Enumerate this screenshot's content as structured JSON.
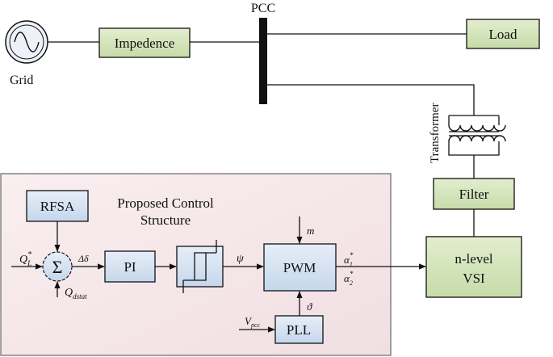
{
  "grid": {
    "label": "Grid"
  },
  "impedance": {
    "label": "Impedence"
  },
  "pcc": {
    "label": "PCC"
  },
  "load": {
    "label": "Load"
  },
  "transformer": {
    "label": "Transformer"
  },
  "filter": {
    "label": "Filter"
  },
  "vsi": {
    "line1": "n-level",
    "line2": "VSI"
  },
  "control": {
    "title_line1": "Proposed Control",
    "title_line2": "Structure",
    "rfsa": "RFSA",
    "sum_symbol": "Σ",
    "ql_main": "Q",
    "ql_sub": "L",
    "ql_sup": "*",
    "qd_main": "Q",
    "qd_sub": "dstat",
    "delta_label": "Δδ",
    "pi": "PI",
    "psi": "ψ",
    "pwm": "PWM",
    "m": "m",
    "theta": "ϑ",
    "a1_main": "α",
    "a1_sub": "1",
    "a1_sup": "*",
    "a2_main": "α",
    "a2_sub": "2",
    "a2_sup": "*",
    "pll": "PLL",
    "vpcc_main": "V",
    "vpcc_sub": "pcc"
  },
  "colors": {
    "green_fill": "#d4e4bc",
    "blue_fill": "#d5e3f2",
    "panel_fill": "#f7e9ec",
    "bus": "#111111"
  }
}
